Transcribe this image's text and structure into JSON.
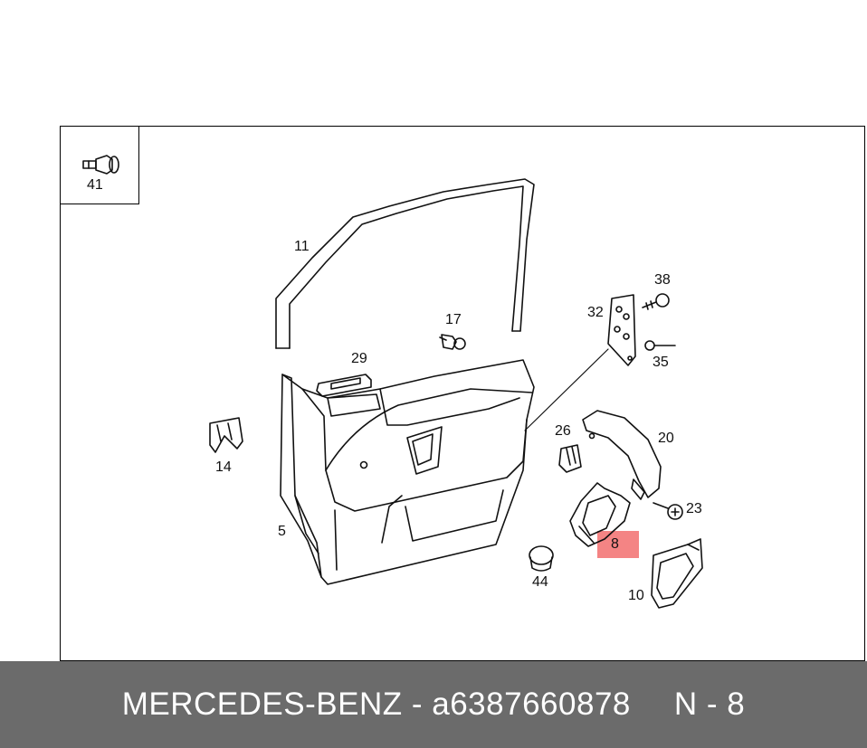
{
  "diagram": {
    "highlight_color": "#f05050",
    "highlighted_part": "8",
    "callouts": {
      "p41": "41",
      "p11": "11",
      "p17": "17",
      "p29": "29",
      "p14": "14",
      "p5": "5",
      "p32": "32",
      "p38": "38",
      "p35": "35",
      "p26": "26",
      "p20": "20",
      "p23": "23",
      "p8": "8",
      "p44": "44",
      "p10": "10"
    }
  },
  "footer": {
    "brand": "MERCEDES-BENZ",
    "separator": "-",
    "part_number": "a6387660878",
    "position_label": "N - 8",
    "background": "#6b6b6b"
  }
}
